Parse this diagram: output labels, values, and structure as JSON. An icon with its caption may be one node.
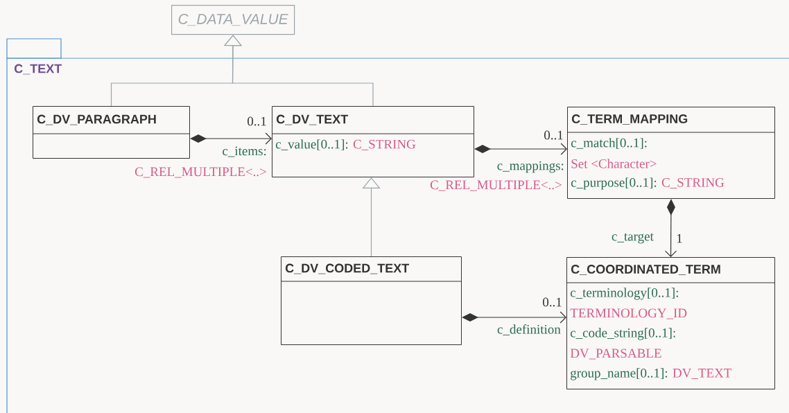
{
  "diagram": {
    "nodes": [
      {
        "text": [
          "C_DATA_VALUE"
        ]
      },
      {
        "text": [
          "C_TEXT"
        ]
      },
      {
        "text": [
          "C_DV_PARAGRAPH"
        ],
        "in": 1
      },
      {
        "text": [
          "C_DV_TEXT",
          "c_value[0..1]:",
          "C_STRING"
        ],
        "in": 1
      },
      {
        "text": [
          "C_TERM_MAPPING",
          "c_match[0..1]:",
          "Set <Character>",
          "c_purpose[0..1]:",
          "C_STRING"
        ],
        "in": 1
      },
      {
        "text": [
          "C_DV_CODED_TEXT"
        ],
        "in": 1
      },
      {
        "text": [
          "C_COORDINATED_TERM",
          "c_terminology[0..1]:",
          "TERMINOLOGY_ID",
          "c_code_string[0..1]:",
          "DV_PARSABLE",
          "group_name[0..1]:",
          "DV_TEXT"
        ],
        "in": 1
      }
    ],
    "edges": [
      {
        "from": 2,
        "to": 0,
        "arrow": "to",
        "color": "#9aa5ab"
      },
      {
        "from": 3,
        "to": 0,
        "arrow": "to",
        "color": "#9aa5ab"
      },
      {
        "from": 2,
        "to": 3,
        "arrow": "to",
        "label": "c_items:"
      },
      {
        "from": 3,
        "to": 4,
        "arrow": "to",
        "label": "c_mappings:"
      },
      {
        "from": 5,
        "to": 3,
        "arrow": "to",
        "color": "#9aa5ab"
      },
      {
        "from": 4,
        "to": 6,
        "arrow": "to",
        "label": "c_target"
      },
      {
        "from": 5,
        "to": 6,
        "arrow": "to",
        "label": "c_definition"
      }
    ],
    "labels": [
      "0..1",
      "C_REL_MULTIPLE<..>",
      "0..1",
      "C_REL_MULTIPLE<..>",
      "1",
      "0..1"
    ]
  }
}
